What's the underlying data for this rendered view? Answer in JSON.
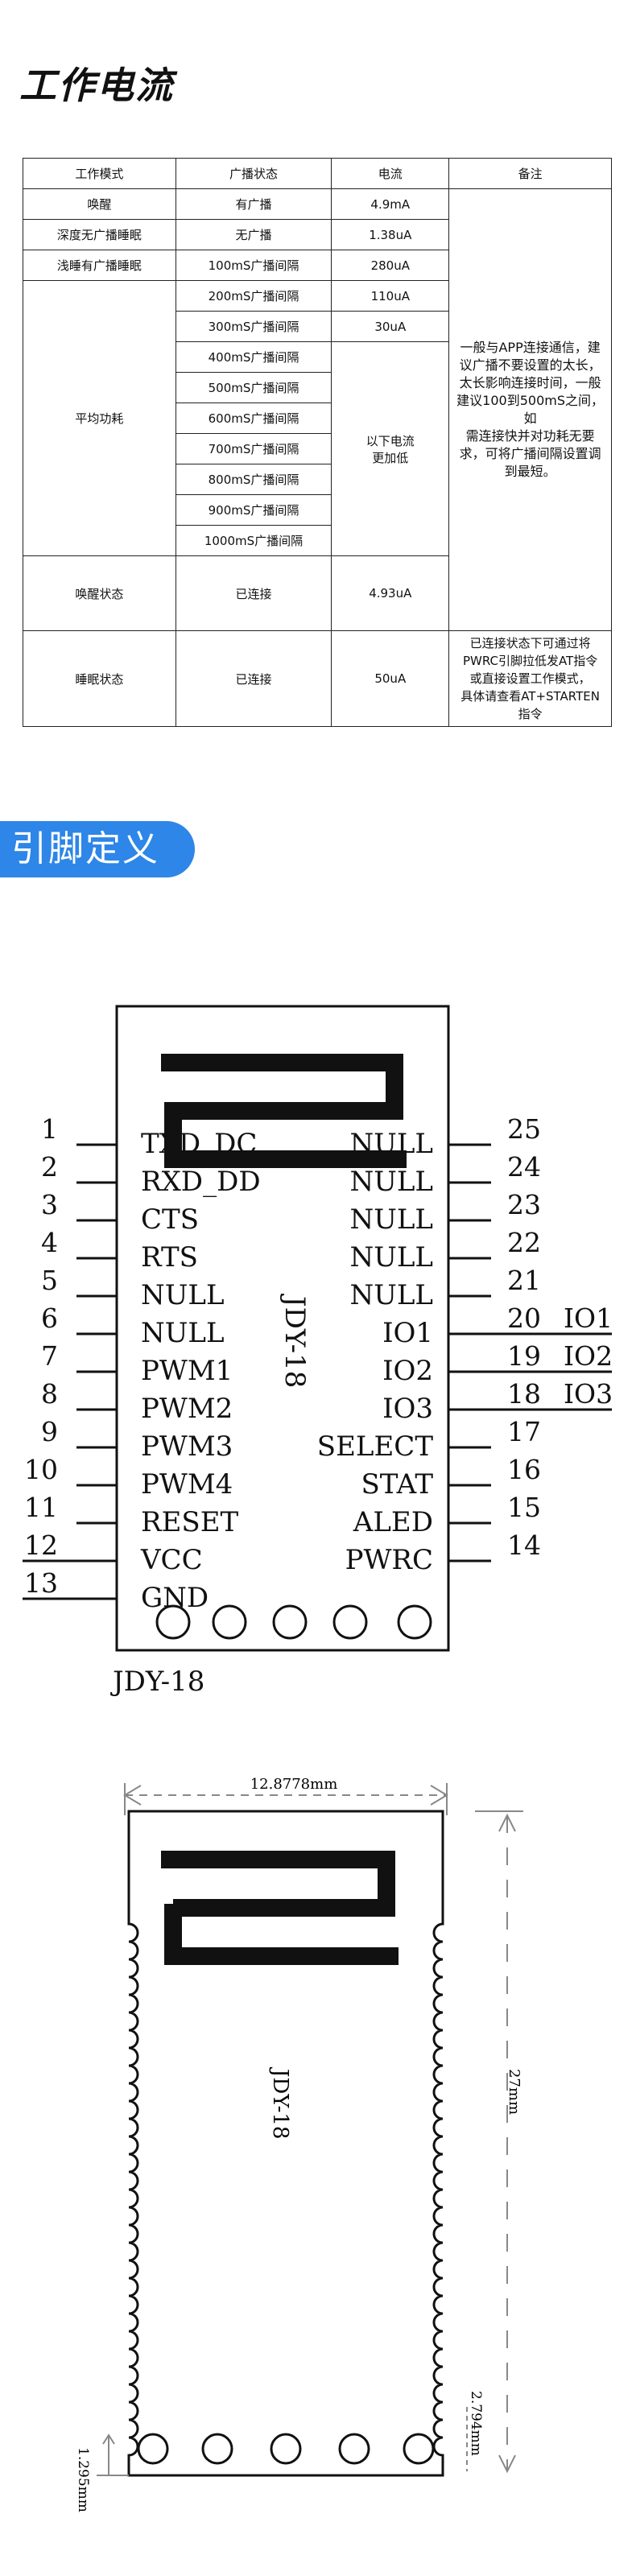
{
  "section1": {
    "title": "工作电流"
  },
  "table": {
    "headers": [
      "工作模式",
      "广播状态",
      "电流",
      "备注"
    ],
    "rows": {
      "wake": {
        "mode": "唤醒",
        "adv": "有广播",
        "current": "4.9mA"
      },
      "deep": {
        "mode": "深度无广播睡眠",
        "adv": "无广播",
        "current": "1.38uA"
      },
      "light": {
        "mode": "浅睡有广播睡眠",
        "adv": "100mS广播间隔",
        "current": "280uA"
      }
    },
    "avg_mode": "平均功耗",
    "intervals": [
      "200mS广播间隔",
      "300mS广播间隔",
      "400mS广播间隔",
      "500mS广播间隔",
      "600mS广播间隔",
      "700mS广播间隔",
      "800mS广播间隔",
      "900mS广播间隔",
      "1000mS广播间隔"
    ],
    "interval_currents": [
      "110uA",
      "30uA"
    ],
    "lower_current": "以下电流\n更加低",
    "note1": "一般与APP连接通信，建\n议广播不要设置的太长，\n太长影响连接时间，一般\n建议100到500mS之间，如\n需连接快并对功耗无要\n求，可将广播间隔设置调\n到最短。",
    "connected": {
      "mode": "唤醒状态",
      "adv": "已连接",
      "current": "4.93uA"
    },
    "sleep": {
      "mode": "睡眠状态",
      "adv": "已连接",
      "current": "50uA"
    },
    "note2": "已连接状态下可通过将\nPWRC引脚拉低发AT指令\n或直接设置工作模式，\n具体请查看AT+STARTEN\n指令"
  },
  "section2": {
    "title": "引脚定义"
  },
  "pinout": {
    "module_label": "JDY-18",
    "bottom_label": "JDY-18",
    "left_numbers": [
      "1",
      "2",
      "3",
      "4",
      "5",
      "6",
      "7",
      "8",
      "9",
      "10",
      "11",
      "12",
      "13"
    ],
    "left_pins": [
      "TXD_DC",
      "RXD_DD",
      "CTS",
      "RTS",
      "NULL",
      "NULL",
      "PWM1",
      "PWM2",
      "PWM3",
      "PWM4",
      "RESET",
      "VCC",
      "GND"
    ],
    "right_numbers": [
      "25",
      "24",
      "23",
      "22",
      "21",
      "20",
      "19",
      "18",
      "17",
      "16",
      "15",
      "14"
    ],
    "right_pins": [
      "NULL",
      "NULL",
      "NULL",
      "NULL",
      "NULL",
      "IO1",
      "IO2",
      "IO3",
      "SELECT",
      "STAT",
      "ALED",
      "PWRC"
    ],
    "io_labels": [
      "IO1",
      "IO2",
      "IO3"
    ]
  },
  "dimensions": {
    "module_label": "JDY-18",
    "width": "12.8778mm",
    "height": "27mm",
    "pitch": "2.794mm",
    "offset": "1.295mm"
  }
}
